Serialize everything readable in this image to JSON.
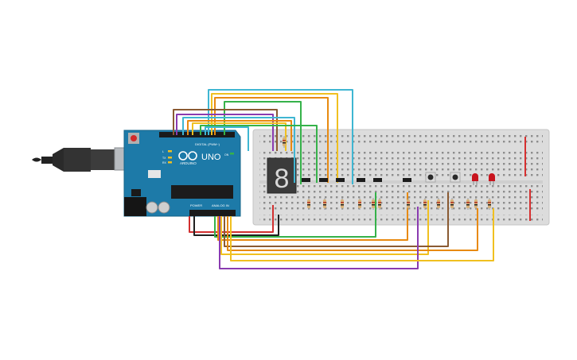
{
  "board": {
    "brand": "ARDUINO",
    "model": "UNO",
    "digital_label": "DIGITAL (PWM~)",
    "power_label": "POWER",
    "analog_label": "ANALOG IN",
    "tx_label": "TX",
    "rx_label": "RX",
    "l_label": "L",
    "on_label": "ON"
  },
  "display": {
    "digit": "8"
  },
  "colors": {
    "arduino_board": "#1d7aa8",
    "breadboard": "#dcdcdc",
    "rail_red": "#d63030",
    "led_red": "#c8141e",
    "wire_cyan": "#3fb6d2",
    "wire_yellow": "#f0c020",
    "wire_orange": "#e88a10",
    "wire_green": "#36b24a",
    "wire_purple": "#8a3bb0",
    "wire_red": "#d23030",
    "wire_brown": "#8a5a32",
    "wire_black": "#202020"
  },
  "components": {
    "resistor_count": 14,
    "button_count": 2,
    "led_count": 2,
    "npn_count": 6
  }
}
